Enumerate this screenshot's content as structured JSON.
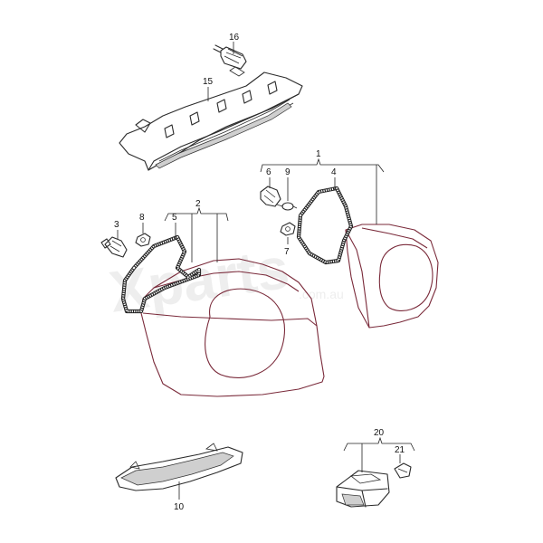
{
  "callouts": {
    "c1": "1",
    "c2": "2",
    "c3": "3",
    "c4": "4",
    "c5": "5",
    "c6": "6",
    "c7": "7",
    "c8": "8",
    "c9": "9",
    "c10": "10",
    "c15": "15",
    "c16": "16",
    "c20": "20",
    "c21": "21"
  },
  "watermark": {
    "logo": "Xparts",
    "domain": ".com.au"
  },
  "colors": {
    "line": "#2b2b2b",
    "lamp_outline": "#7a2a3a",
    "watermark": "#eeeeee"
  }
}
